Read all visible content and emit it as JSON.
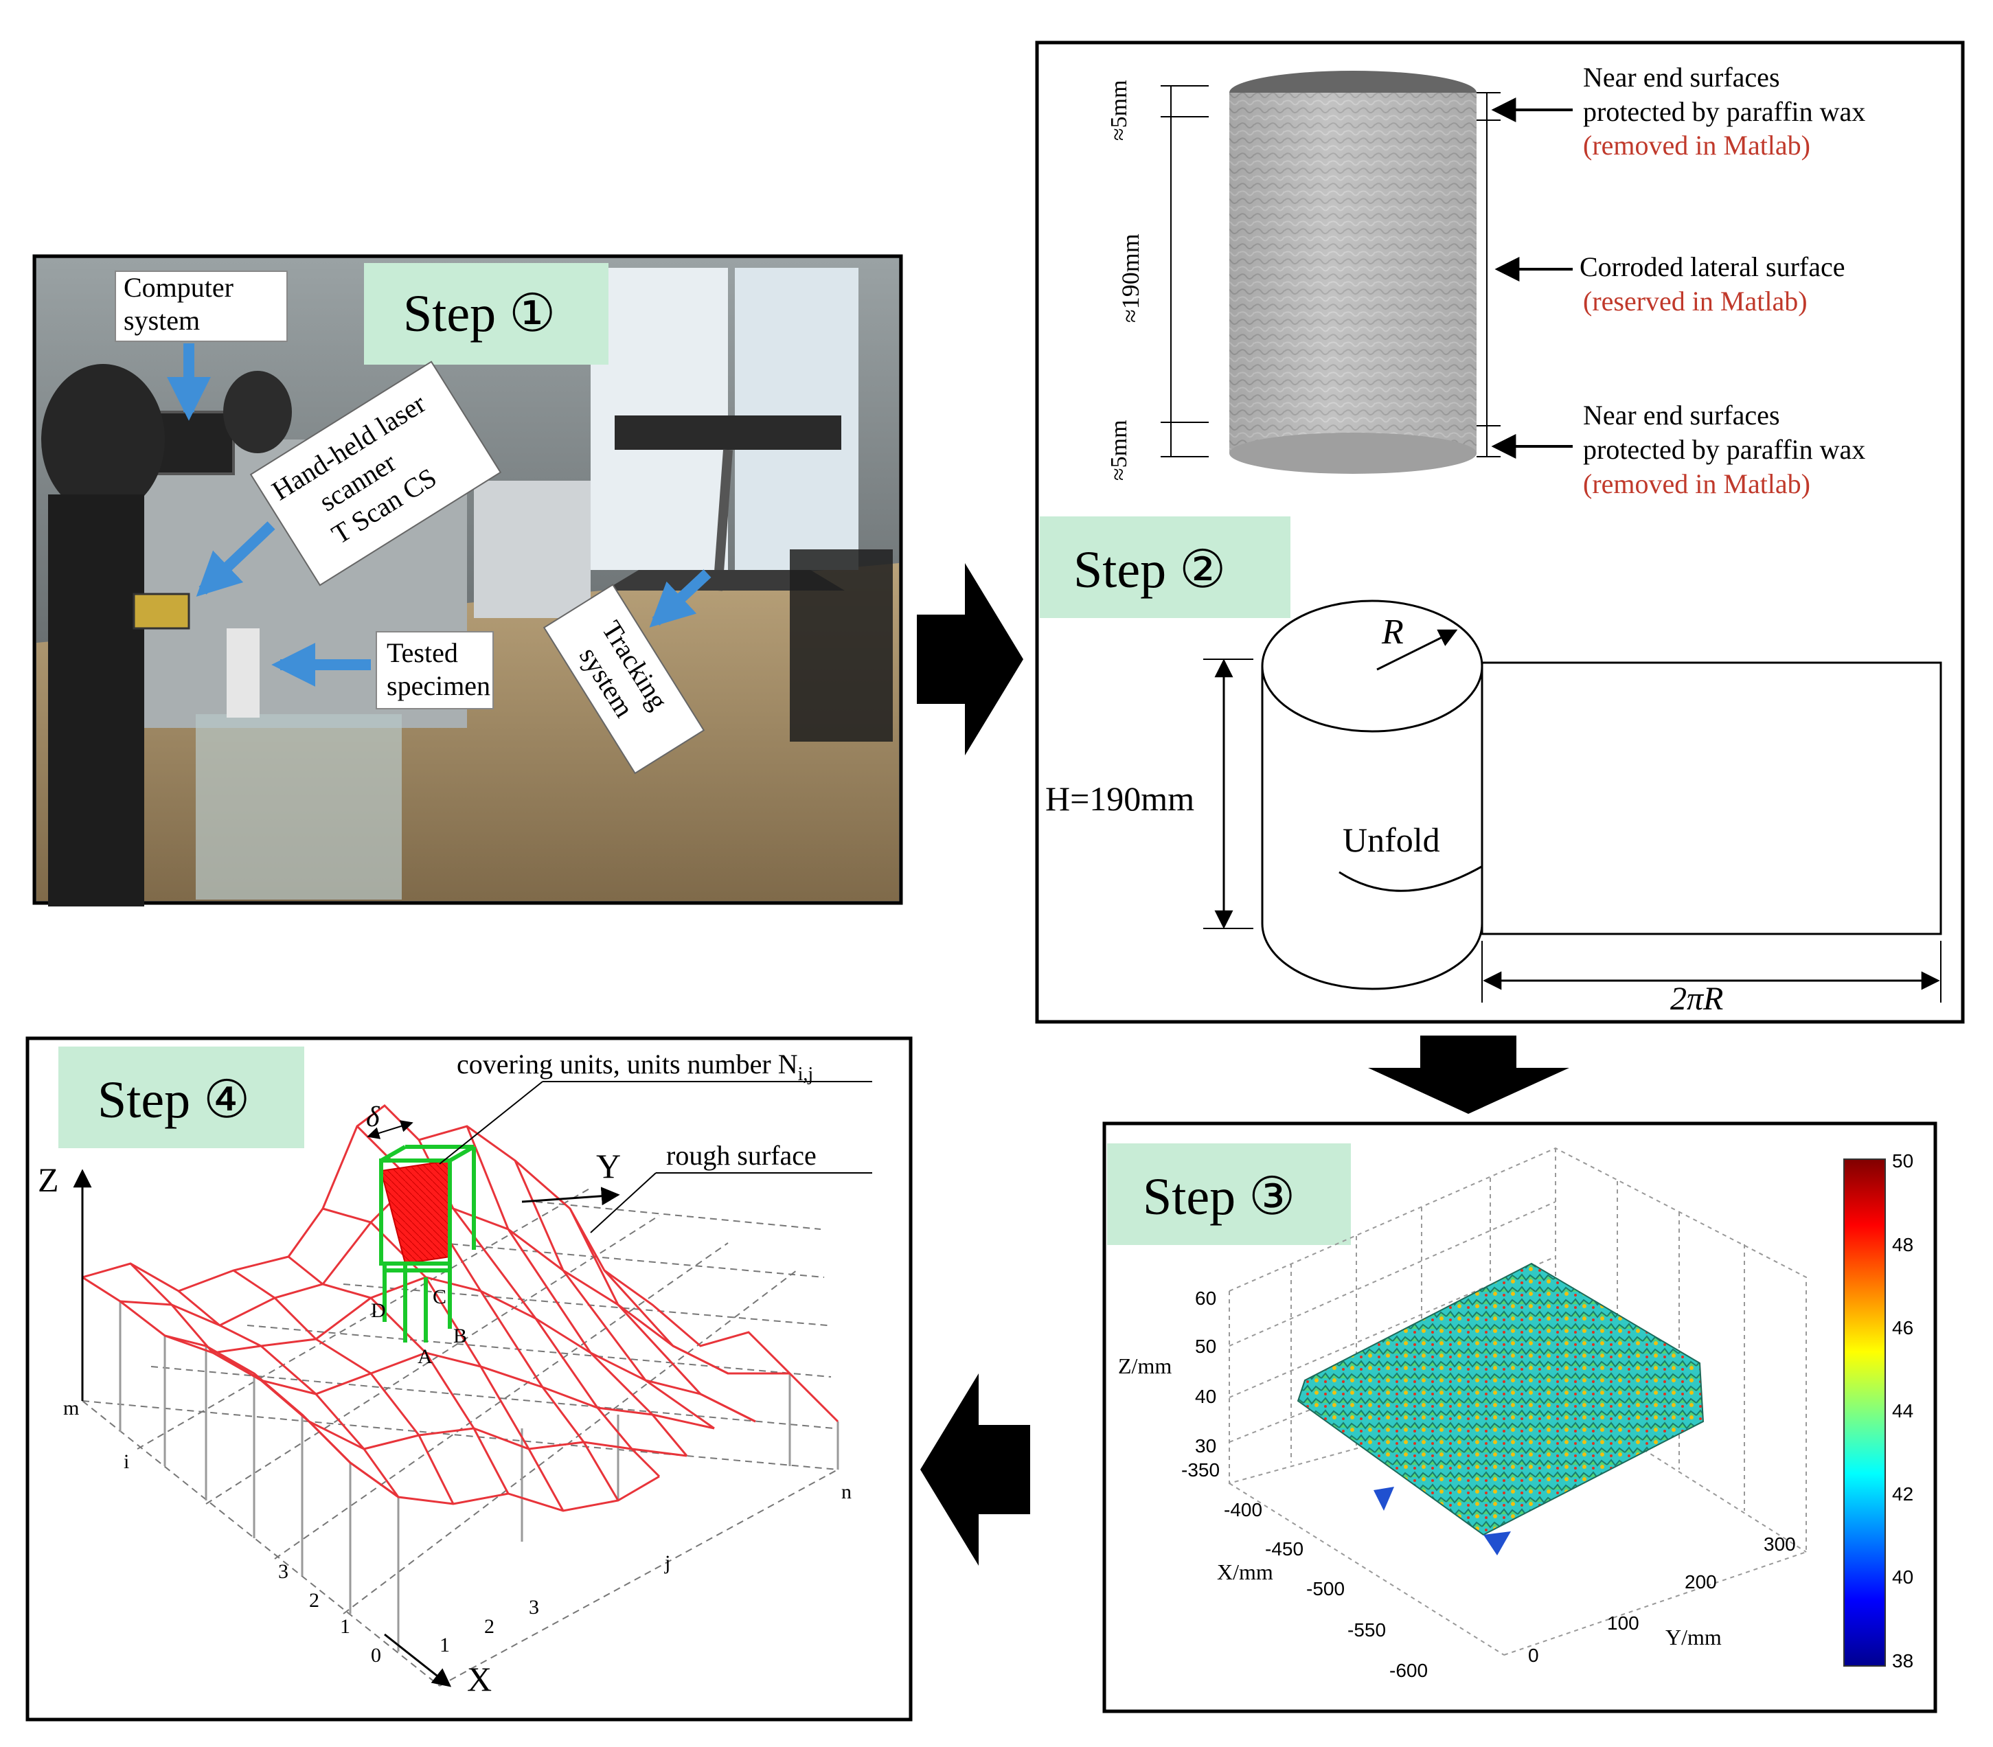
{
  "step1": {
    "step_label": "Step ①",
    "computer_system": [
      "Computer",
      "system"
    ],
    "scanner": [
      "Hand-held laser",
      "scanner",
      "T Scan CS"
    ],
    "tested_specimen": [
      "Tested",
      "specimen"
    ],
    "tracking_system": [
      "Tracking",
      "system"
    ]
  },
  "step2": {
    "step_label": "Step ②",
    "dim_top": "≈5mm",
    "dim_mid": "≈190mm",
    "dim_bottom": "≈5mm",
    "top_note": [
      "Near end surfaces",
      "protected by paraffin wax",
      "(removed in Matlab)"
    ],
    "mid_note": [
      "Corroded lateral surface",
      "(reserved in Matlab)"
    ],
    "bottom_note": [
      "Near end surfaces",
      "protected by paraffin wax",
      "(removed in Matlab)"
    ],
    "radius": "R",
    "height": "H=190mm",
    "unfold": "Unfold",
    "circumference": "2πR"
  },
  "step3": {
    "step_label": "Step ③",
    "zlabel": "Z/mm",
    "xlabel": "X/mm",
    "ylabel": "Y/mm",
    "z_ticks": [
      "60",
      "50",
      "40",
      "30"
    ],
    "x_ticks": [
      "-350",
      "-400",
      "-450",
      "-500",
      "-550",
      "-600"
    ],
    "y_ticks": [
      "0",
      "100",
      "200",
      "300"
    ],
    "colorbar_ticks": [
      "50",
      "48",
      "46",
      "44",
      "42",
      "40",
      "38"
    ]
  },
  "step4": {
    "step_label": "Step ④",
    "covering_units": "covering units, units number N",
    "covering_sub": "i,j",
    "rough_surface": "rough surface",
    "delta": "δ",
    "axis_z": "Z",
    "axis_y": "Y",
    "axis_x": "X",
    "corners": [
      "A",
      "B",
      "C",
      "D"
    ],
    "left_ticks": [
      "m",
      "i",
      "3",
      "2",
      "1",
      "0"
    ],
    "bottom_ticks": [
      "1",
      "2",
      "3",
      "j",
      "n"
    ]
  },
  "colors": {
    "step_bg": "#c8ecd6",
    "note_red": "#c0392b",
    "mesh_red": "#e8343a",
    "cell_green": "#19c82a",
    "cell_fill": "#ff1a1a",
    "arrow": "#000000",
    "pointer_blue": "#3f8fd8"
  }
}
